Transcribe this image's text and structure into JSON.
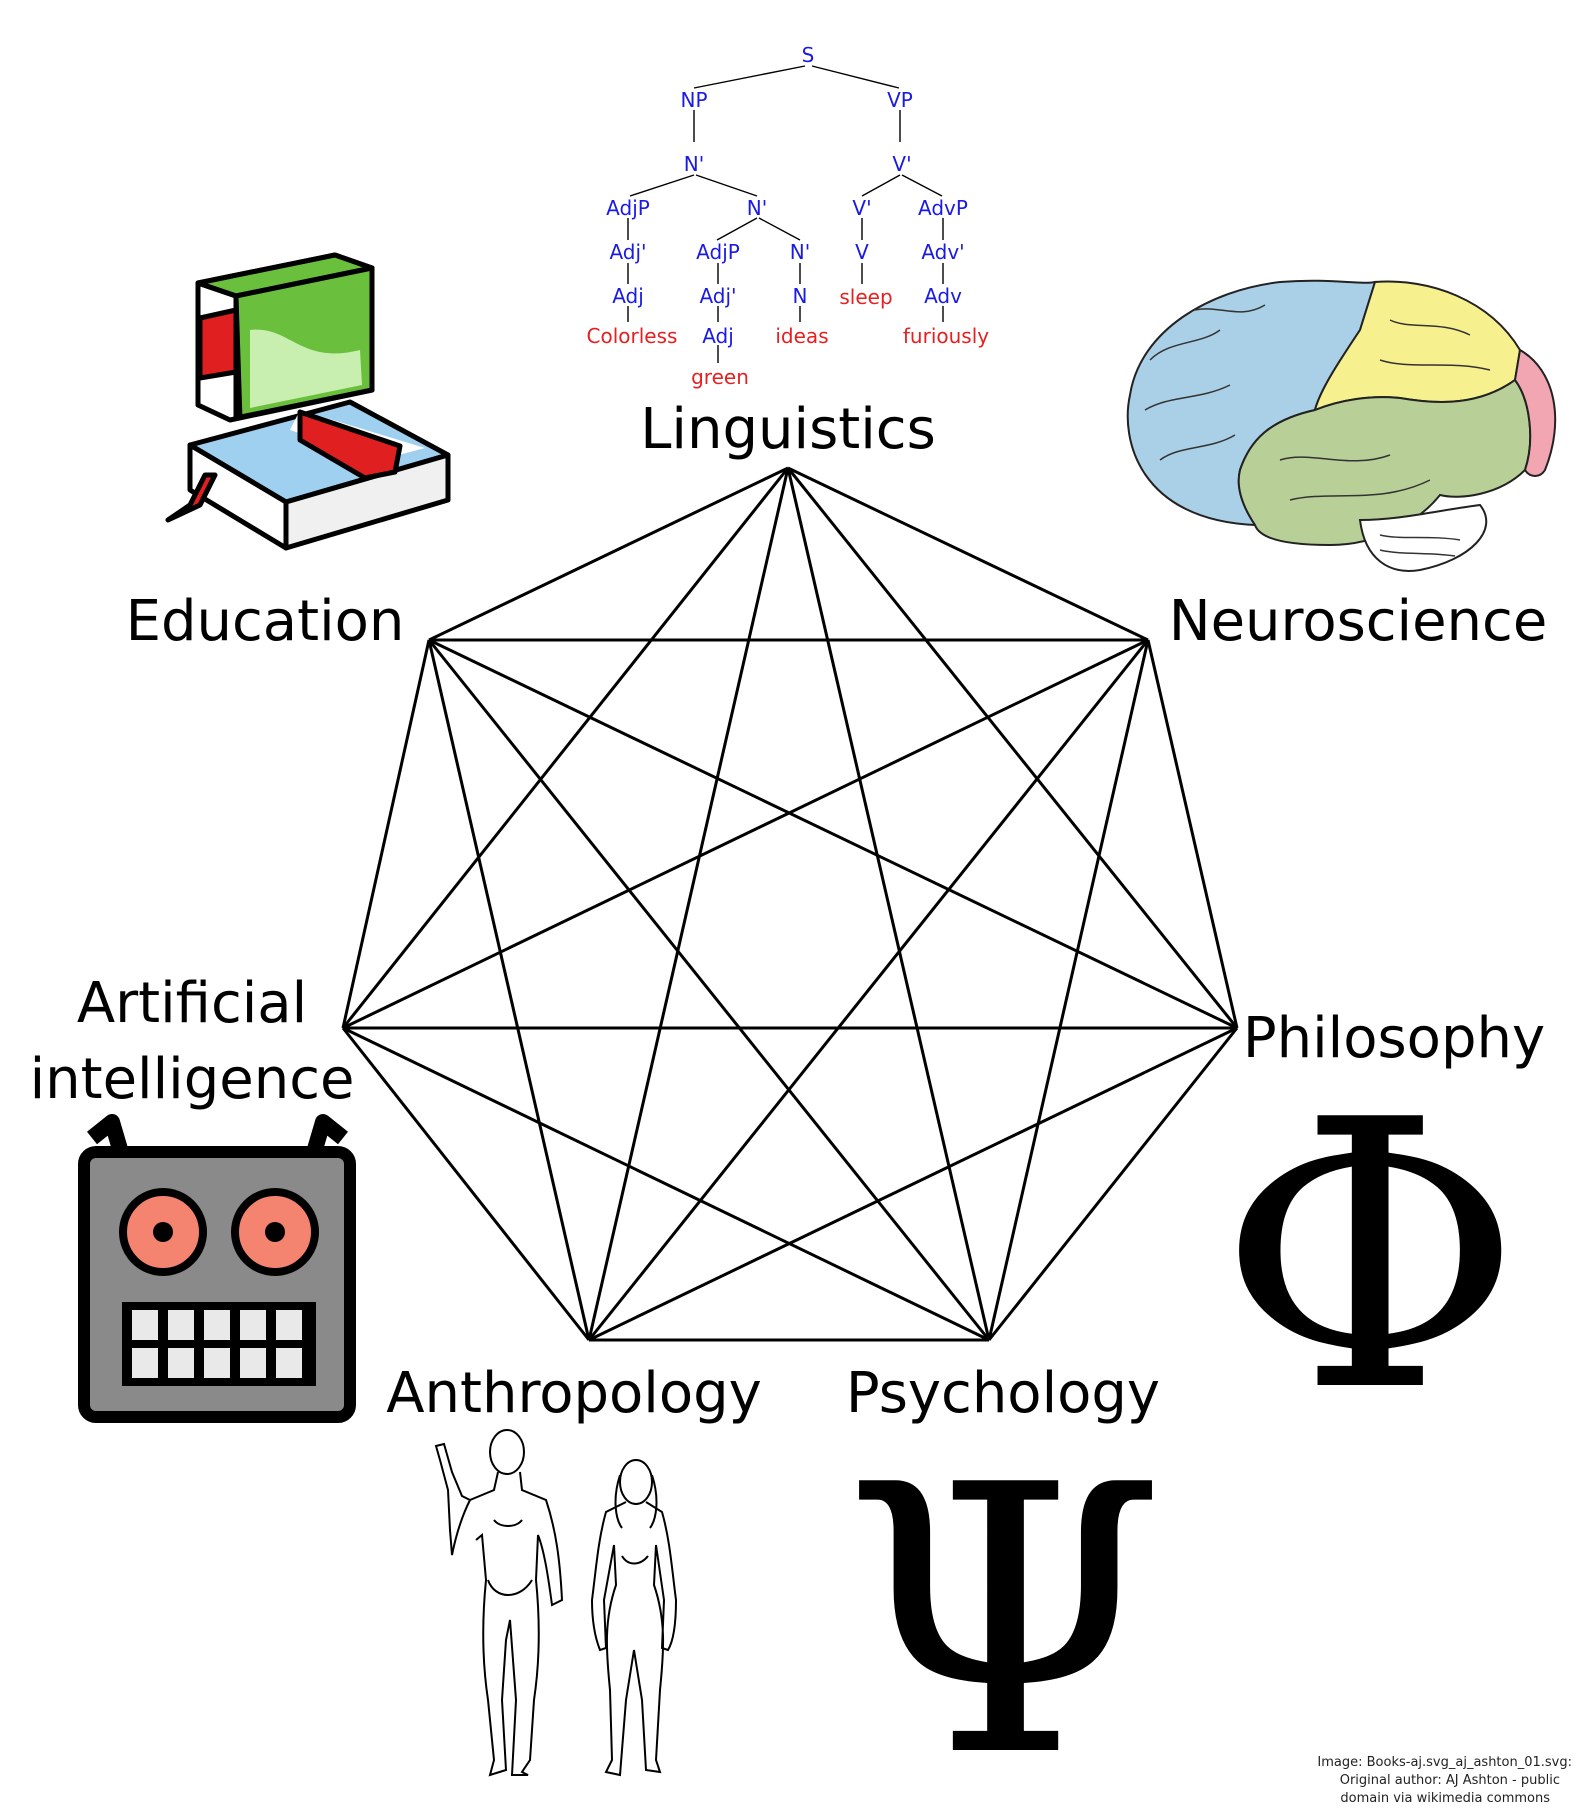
{
  "disciplines": {
    "linguistics": "Linguistics",
    "neuroscience": "Neuroscience",
    "philosophy": "Philosophy",
    "psychology": "Psychology",
    "anthropology": "Anthropology",
    "ai_line1": "Artificial",
    "ai_line2": "intelligence",
    "education": "Education"
  },
  "symbols": {
    "phi": "Φ",
    "psi": "Ψ"
  },
  "parse_tree": {
    "S": "S",
    "NP": "NP",
    "VP": "VP",
    "N1": "N'",
    "V1": "V'",
    "AdjP1": "AdjP",
    "N2": "N'",
    "V2": "V'",
    "AdvP": "AdvP",
    "Adj1a": "Adj'",
    "AdjP2": "AdjP",
    "N3": "N'",
    "V": "V",
    "Adv1": "Adv'",
    "Adj1": "Adj",
    "Adj2a": "Adj'",
    "N": "N",
    "sleep": "sleep",
    "Adv": "Adv",
    "colorless": "Colorless",
    "Adj2": "Adj",
    "ideas": "ideas",
    "furiously": "furiously",
    "green": "green"
  },
  "credit": {
    "line1": "Image: Books-aj.svg_aj_ashton_01.svg:",
    "line2": "Original author: AJ Ashton - public",
    "line3": "domain via wikimedia commons"
  },
  "colors": {
    "tree_nonterminal": "#1a1ae6",
    "tree_terminal": "#e62020",
    "brain_frontal": "#a9d0e6",
    "brain_parietal": "#f6f08f",
    "brain_temporal": "#b8cf97",
    "brain_occipital": "#f2a6b2",
    "robot_face": "#8a8a8a",
    "robot_eye": "#f4836f",
    "book_green": "#6abf3c",
    "book_blue": "#9fd0f0",
    "ribbon_red": "#e02020"
  }
}
